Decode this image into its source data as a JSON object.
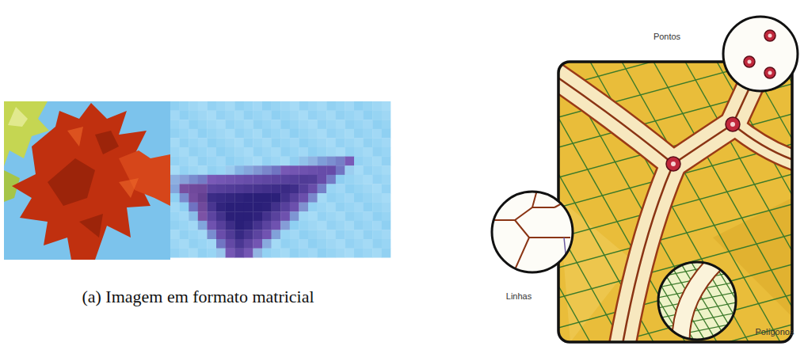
{
  "diagram": {
    "labels": [
      "(a) Imagem em formato matricial",
      "Pontos",
      "Linhas",
      "Polígonos"
    ]
  }
}
